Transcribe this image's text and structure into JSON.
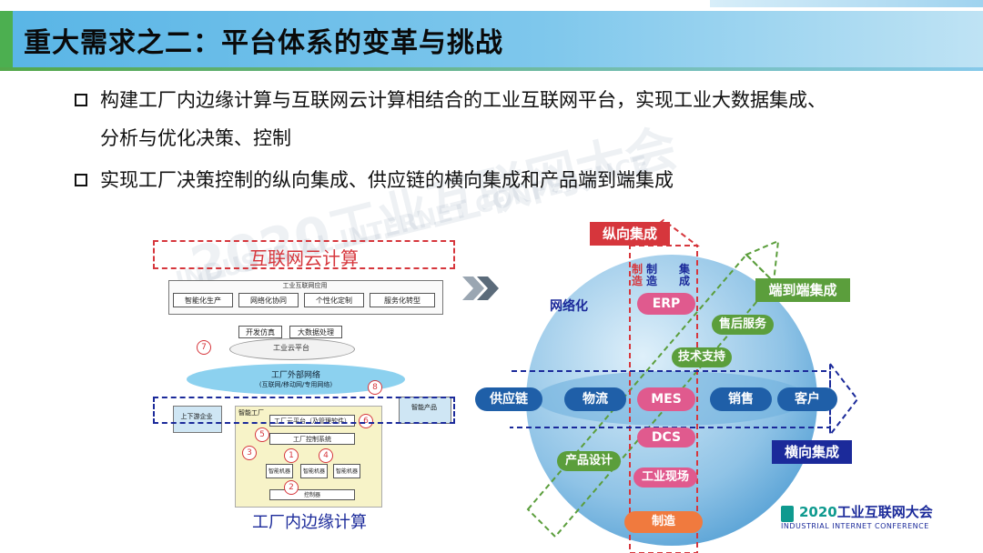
{
  "slide": {
    "title": "重大需求之二：平台体系的变革与挑战",
    "bullets": [
      {
        "line1": "构建工厂内边缘计算与互联网云计算相结合的工业互联网平台，实现工业大数据集成、",
        "line2": "分析与优化决策、控制"
      },
      {
        "line1": "实现工厂决策控制的纵向集成、供应链的横向集成和产品端到端集成",
        "line2": ""
      }
    ]
  },
  "watermark": {
    "year": "2020",
    "name": "工业互联网大会",
    "english": "INDUSTRIAL INTERNET CONFERENCE"
  },
  "left_diagram": {
    "cloud_label": "互联网云计算",
    "edge_label": "工厂内边缘计算",
    "app_header": "工业互联网应用",
    "apps": [
      "智能化生产",
      "网络化协同",
      "个性化定制",
      "服务化转型"
    ],
    "platform_items": [
      "开发仿真",
      "大数据处理"
    ],
    "platform_label": "工业云平台",
    "external_net": "工厂外部网络",
    "external_net_sub": "(互联网/移动网/专用网络)",
    "upstream": "上下游企业",
    "smart_product": "智能产品",
    "smart_factory": "智能工厂",
    "factory_platform": "工厂云平台（及管理软件）",
    "control_system": "工厂控制系统",
    "machines": [
      "智能机器",
      "智能机器",
      "智能机器"
    ],
    "field": "控制器",
    "numbers": [
      "1",
      "2",
      "3",
      "4",
      "5",
      "6",
      "7",
      "8"
    ]
  },
  "right_diagram": {
    "vertical_label": "纵向集成",
    "horizontal_label": "横向集成",
    "e2e_label": "端到端集成",
    "networking": "网络化",
    "vertical_caption_a": "制造",
    "vertical_caption_b": "集成",
    "vertical_caption_c": "制造",
    "nodes": {
      "erp": "ERP",
      "after_sales": "售后服务",
      "tech_support": "技术支持",
      "supply_chain": "供应链",
      "logistics": "物流",
      "mes": "MES",
      "sales": "销售",
      "customer": "客户",
      "dcs": "DCS",
      "product_design": "产品设计",
      "field": "工业现场",
      "manufacturing": "制造"
    }
  },
  "colors": {
    "red": "#d6363c",
    "navy": "#1b2a9a",
    "green": "#5b9e3c",
    "pink": "#e05a8e",
    "blue_pill": "#1f5fa8",
    "sphere": "#8fc3e6"
  },
  "logo": {
    "year": "2020",
    "name": "工业互联网大会",
    "english": "INDUSTRIAL INTERNET CONFERENCE"
  }
}
